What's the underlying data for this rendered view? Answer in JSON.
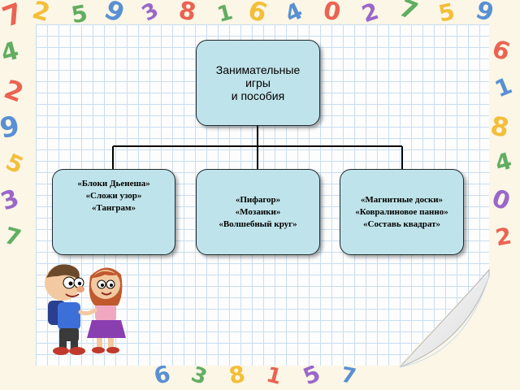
{
  "root": {
    "lines": [
      "Занимательные",
      "игры",
      "и пособия"
    ]
  },
  "children": [
    {
      "lines": [
        "«Блоки Дьенеша»",
        "«Сложи узор»",
        "«Танграм»"
      ]
    },
    {
      "lines": [
        "«Пифагор»",
        "«Мозаики»",
        "«Волшебный круг»"
      ]
    },
    {
      "lines": [
        "«Магнитные доски»",
        "«Ковралиновое панно»",
        "«Составь квадрат»"
      ]
    }
  ],
  "colors": {
    "box_fill": "#bfe3ea",
    "box_border": "#1f2a30",
    "connector": "#000000"
  }
}
